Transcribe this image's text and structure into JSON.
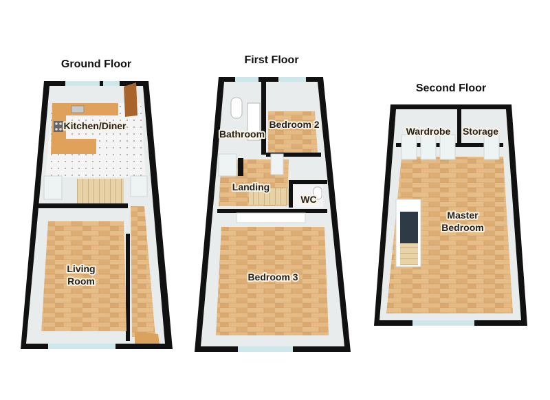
{
  "floors": {
    "ground": {
      "title": "Ground Floor",
      "rooms": {
        "kitchen": "Kitchen/Diner",
        "living_line1": "Living",
        "living_line2": "Room"
      }
    },
    "first": {
      "title": "First Floor",
      "rooms": {
        "bathroom": "Bathroom",
        "bedroom2": "Bedroom 2",
        "landing": "Landing",
        "wc": "WC",
        "bedroom3": "Bedroom 3"
      }
    },
    "second": {
      "title": "Second Floor",
      "rooms": {
        "wardrobe": "Wardrobe",
        "storage": "Storage",
        "master_line1": "Master",
        "master_line2": "Bedroom"
      }
    }
  },
  "colors": {
    "wall": "#111111",
    "wall_inner": "#e9ecec",
    "wood_floor": "#e2b57e",
    "kitchen_floor": "#f2f2f2",
    "worktop": "#e0a25a",
    "window": "#cfe6ea"
  }
}
